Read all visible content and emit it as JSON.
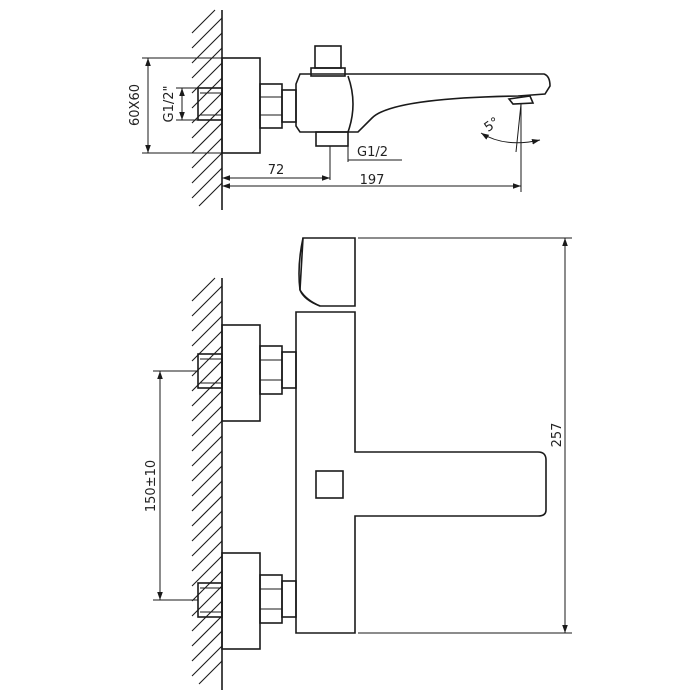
{
  "top_view": {
    "dim_flange": "60X60",
    "dim_inlet_thread": "G1/2\"",
    "dim_outlet_thread": "G1/2",
    "dim_wall_to_outlet": "72",
    "dim_total_length": "197",
    "dim_spout_angle": "5°"
  },
  "front_view": {
    "dim_inlet_spacing": "150±10",
    "dim_height": "257"
  }
}
